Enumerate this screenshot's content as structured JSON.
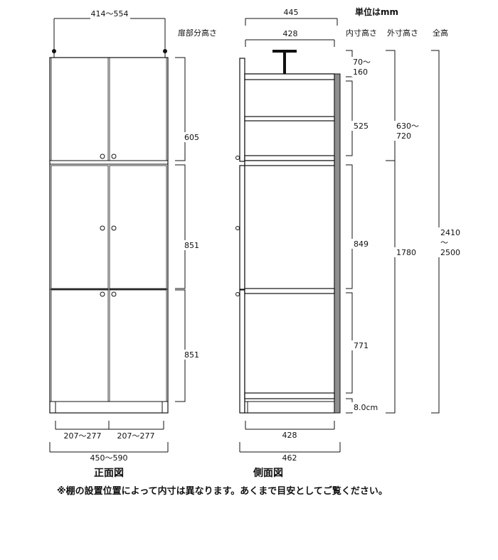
{
  "unit_label": "単位はmm",
  "front": {
    "caption": "正面図",
    "width_top": "414～554",
    "height_header": "扉部分高さ",
    "door_heights": [
      "605",
      "851",
      "851"
    ],
    "door_widths": [
      "207～277",
      "207～277"
    ],
    "total_width": "450～590"
  },
  "side": {
    "caption": "側面図",
    "outer_depth_top": "445",
    "inner_depth_top": "428",
    "inner_depth_bottom": "428",
    "total_depth": "462"
  },
  "columns": {
    "inner_height_header": "内寸高さ",
    "outer_height_header": "外寸高さ",
    "total_height_header": "全高",
    "inner_heights": [
      {
        "line1": "70～",
        "line2": "160"
      },
      {
        "line1": "525",
        "line2": ""
      },
      {
        "line1": "849",
        "line2": ""
      },
      {
        "line1": "771",
        "line2": ""
      },
      {
        "line1": "8.0cm",
        "line2": ""
      }
    ],
    "outer_upper": {
      "line1": "630～",
      "line2": "720"
    },
    "outer_lower": "1780",
    "total": {
      "line1": "2410",
      "line2": "～",
      "line3": "2500"
    }
  },
  "footnote": "※棚の設置位置によって内寸は異なります。あくまで目安としてご覧ください。"
}
